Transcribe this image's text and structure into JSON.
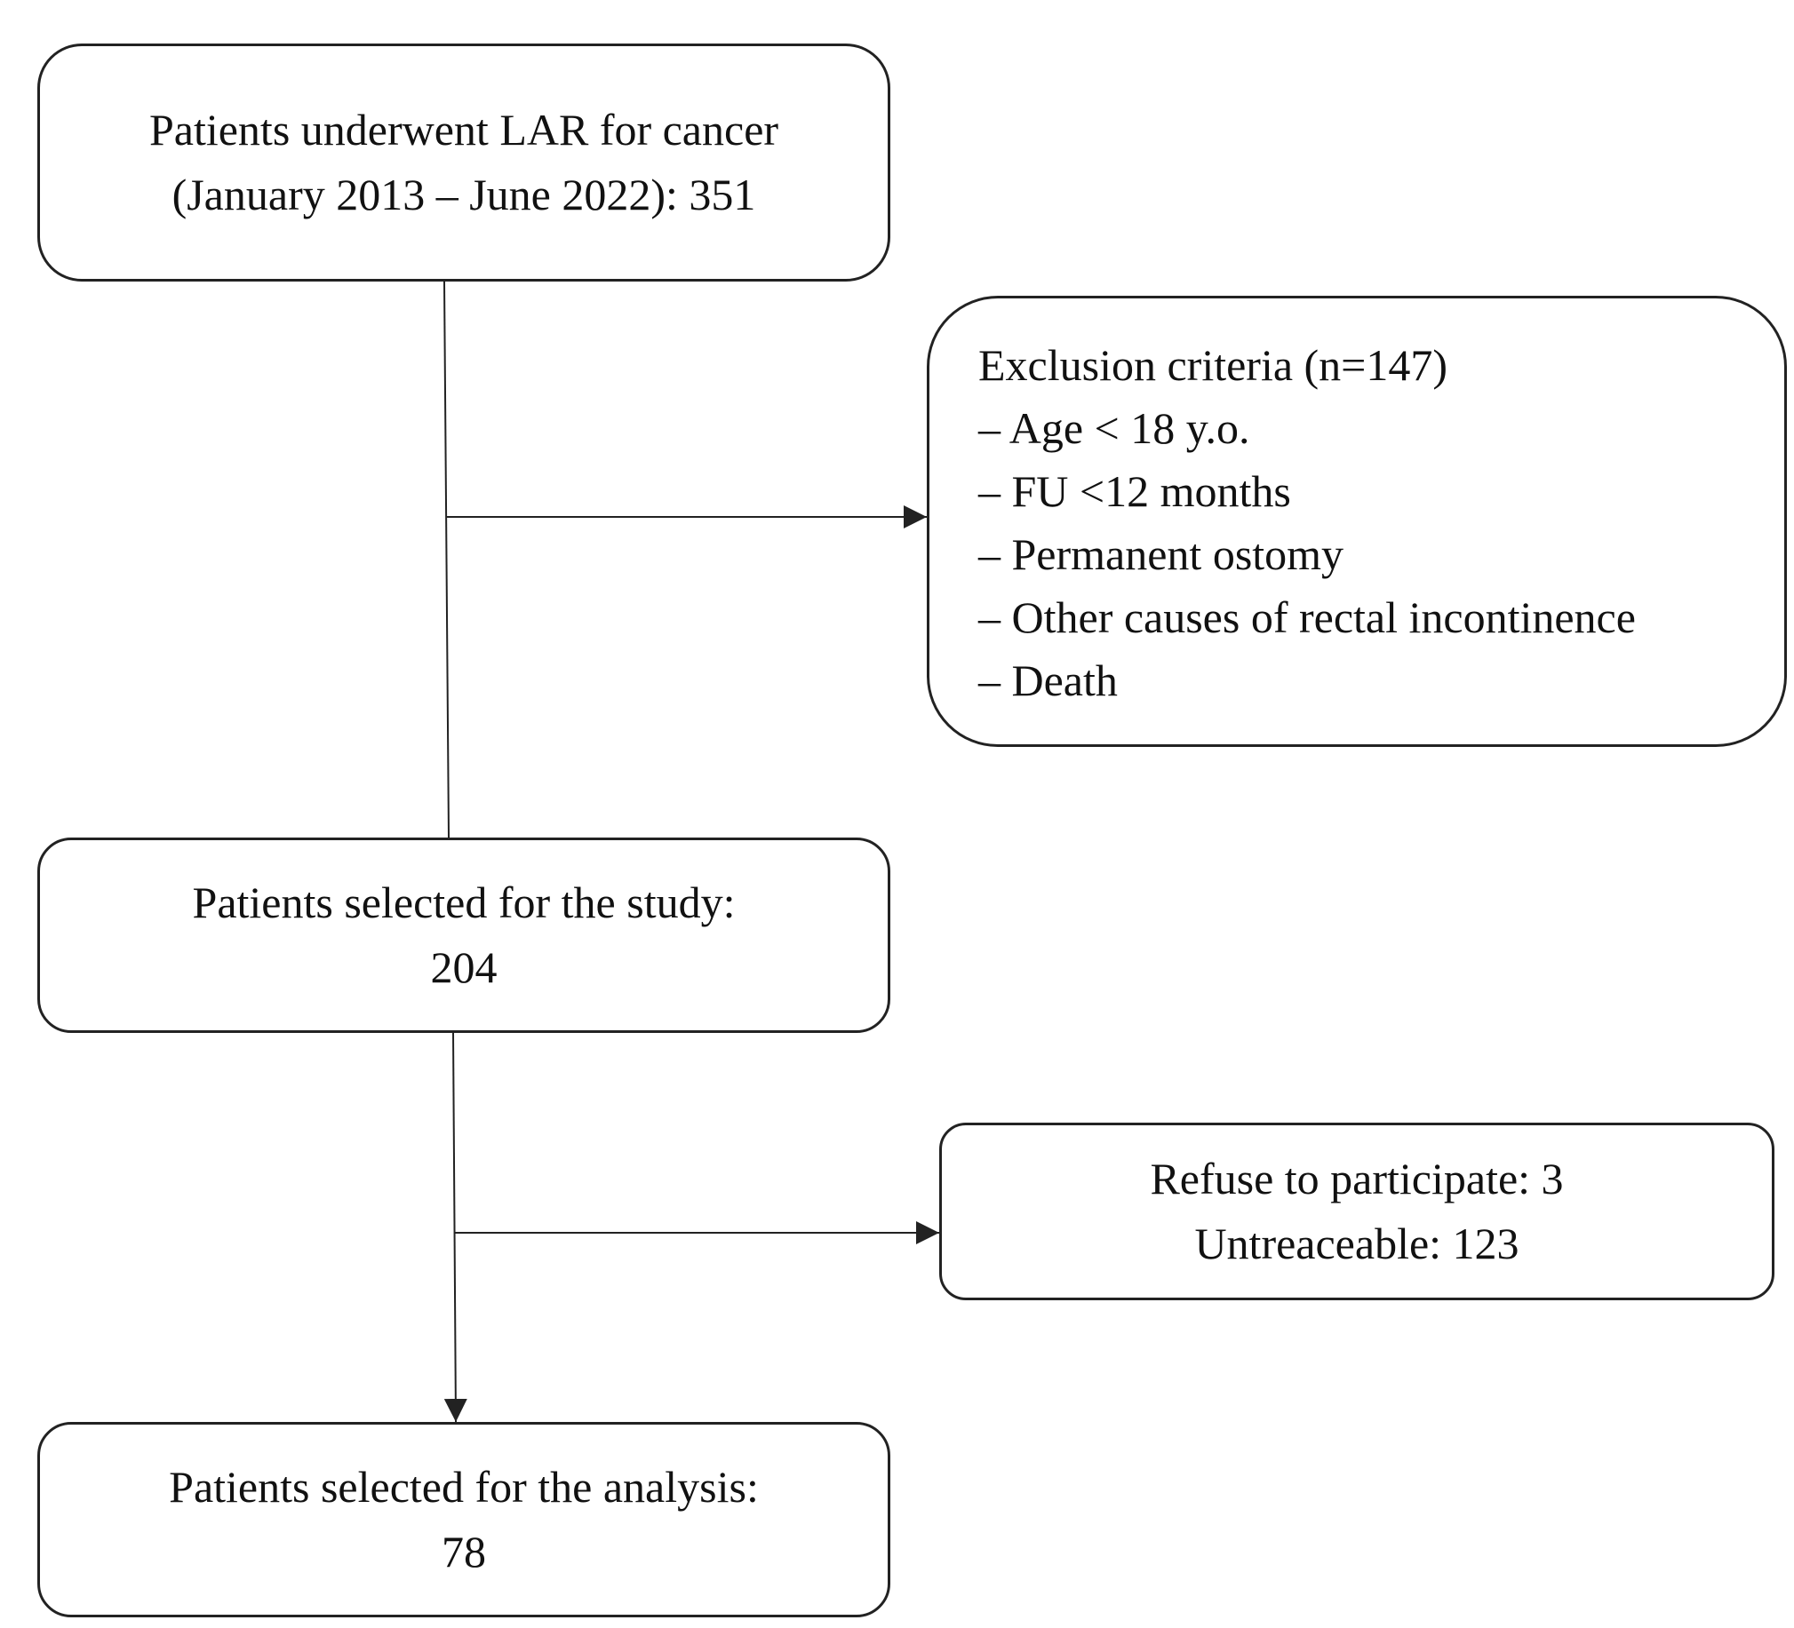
{
  "nodes": {
    "total": {
      "line1": "Patients underwent LAR for cancer",
      "line2": "(January 2013 – June 2022): 351"
    },
    "exclusion": {
      "title": "Exclusion criteria (n=147)",
      "items": [
        "–  Age < 18 y.o.",
        "– FU <12 months",
        "– Permanent ostomy",
        "– Other causes of rectal incontinence",
        "– Death"
      ]
    },
    "selected_study": {
      "line1": "Patients selected for the study:",
      "line2": "204"
    },
    "excluded_second": {
      "line1": "Refuse to participate: 3",
      "line2": "Untreaceable: 123"
    },
    "selected_analysis": {
      "line1": "Patients selected for the analysis:",
      "line2": "78"
    }
  },
  "edges": [
    {
      "from": "total",
      "to": "exclusion",
      "style": "side-arrow"
    },
    {
      "from": "total",
      "to": "selected_study",
      "style": "line"
    },
    {
      "from": "selected_study",
      "to": "excluded_second",
      "style": "side-arrow"
    },
    {
      "from": "selected_study",
      "to": "selected_analysis",
      "style": "arrow"
    }
  ],
  "colors": {
    "stroke": "#222222",
    "text": "#111111",
    "background": "#ffffff"
  }
}
